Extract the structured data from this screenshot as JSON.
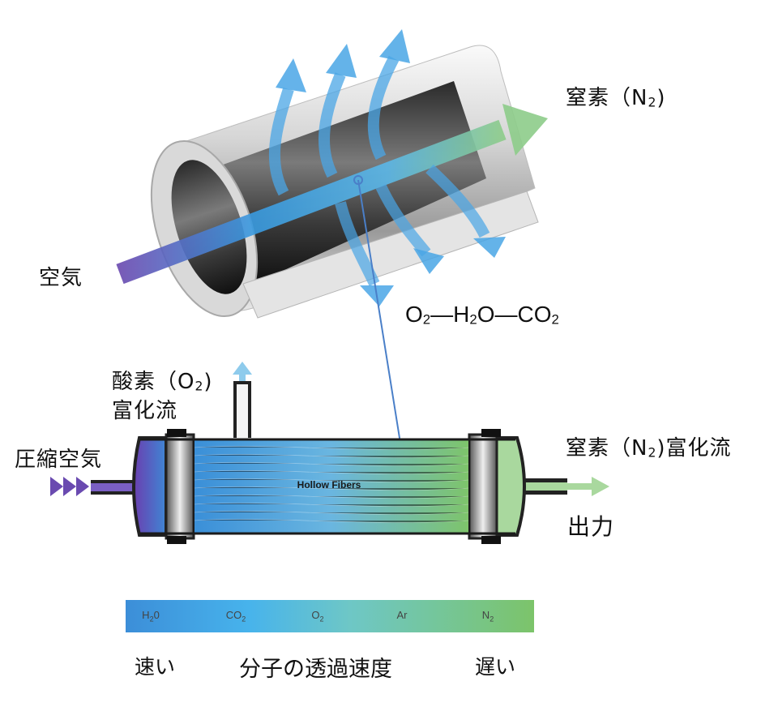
{
  "labels": {
    "nitrogen_top": [
      "窒素（N",
      "2",
      ")"
    ],
    "air": "空気",
    "permeate_gases": [
      "O",
      "2",
      "—H",
      "2",
      "O—CO",
      "2"
    ],
    "oxygen_enriched_line1": [
      "酸素（O",
      "2",
      ")"
    ],
    "oxygen_enriched_line2": "富化流",
    "compressed_air": "圧縮空気",
    "nitrogen_enriched": [
      "窒素（N",
      "2",
      ")富化流"
    ],
    "output": "出力",
    "hollow_fibers": "Hollow Fibers"
  },
  "permeation_scale": {
    "ticks": [
      {
        "main": "H",
        "sub": "2",
        "tail": "0"
      },
      {
        "main": "CO",
        "sub": "2",
        "tail": ""
      },
      {
        "main": "O",
        "sub": "2",
        "tail": ""
      },
      {
        "main": "Ar",
        "sub": "",
        "tail": ""
      },
      {
        "main": "N",
        "sub": "2",
        "tail": ""
      }
    ],
    "fast": "速い",
    "title": "分子の透過速度",
    "slow": "遅い"
  },
  "colors": {
    "fast_gas_blue": "#3a9be0",
    "nitrogen_green": "#8dcc8a",
    "air_purple": "#6a4ab0"
  }
}
